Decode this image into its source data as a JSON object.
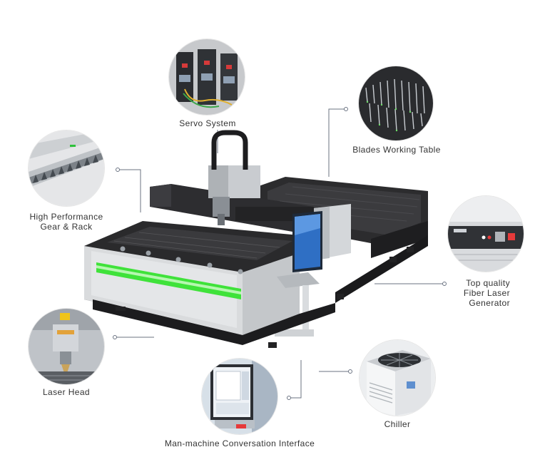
{
  "features": {
    "servo": {
      "label": "Servo System",
      "icon": "servo-drive-photo"
    },
    "blades": {
      "label": "Blades Working Table",
      "icon": "blade-table-photo"
    },
    "gear": {
      "line1": "High Performance",
      "line2": "Gear & Rack",
      "icon": "gear-rack-photo"
    },
    "fiber": {
      "line1": "Top quality",
      "line2": "Fiber Laser",
      "line3": "Generator",
      "icon": "fiber-laser-generator-photo"
    },
    "head": {
      "label": "Laser Head",
      "icon": "laser-head-photo"
    },
    "hmi": {
      "label": "Man-machine Conversation Interface",
      "icon": "control-screen-photo"
    },
    "chiller": {
      "label": "Chiller",
      "icon": "chiller-photo"
    }
  },
  "colors": {
    "accent_green": "#3fe23a",
    "callout_line": "#6b7382",
    "machine_black": "#2a2a2c",
    "machine_silver": "#d6d8da",
    "screen_blue": "#2f6fc4"
  }
}
